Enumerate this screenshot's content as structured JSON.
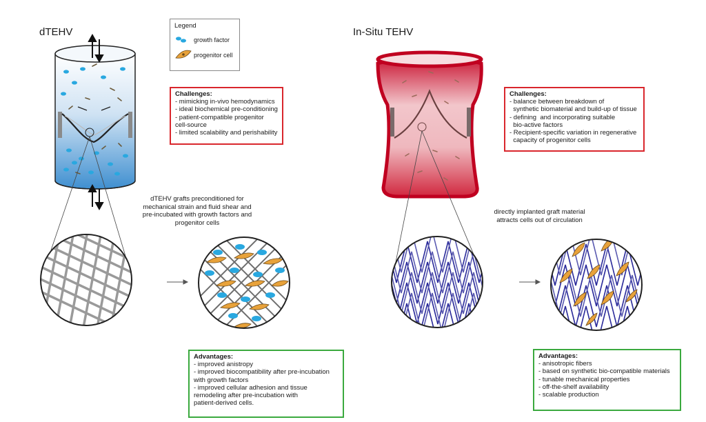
{
  "left": {
    "title": "dTEHV",
    "caption": [
      "dTEHV grafts preconditioned for",
      "mechanical strain and fluid shear and",
      "pre-incubated with growth factors and",
      "progenitor cells"
    ],
    "challenges": {
      "heading": "Challenges:",
      "items": [
        "- mimicking in-vivo hemodynamics",
        "- ideal biochemical pre-conditioning",
        "- patient-compatible progenitor",
        "cell-source",
        "- limited scalability and perishability"
      ]
    },
    "advantages": {
      "heading": "Advantages:",
      "items": [
        "- improved anistropy",
        "- improved biocompatibility after pre-incubation",
        "with growth factors",
        "- improved cellular adhesion and tissue",
        "remodeling after pre-incubation with",
        "patient-derived cells."
      ]
    }
  },
  "right": {
    "title": "In-Situ TEHV",
    "caption": [
      "directly implanted graft material",
      "attracts cells out of circulation"
    ],
    "challenges": {
      "heading": "Challenges:",
      "items": [
        "- balance between breakdown of",
        "  synthetic biomaterial and build-up of tissue",
        "- defining  and incorporating suitable",
        "  bio-active factors",
        "- Recipient-specific variation in regenerative",
        "  capacity of progenitor cells"
      ]
    },
    "advantages": {
      "heading": "Advantages:",
      "items": [
        "- anisotropic fibers",
        "- based on synthetic bio-compatible materials",
        "- tunable mechanical properties",
        "- off-the-shelf availability",
        "- scalable production"
      ]
    }
  },
  "legend": {
    "title": "Legend",
    "growth_factor": "growth factor",
    "progenitor_cell": "progenitor cell"
  },
  "colors": {
    "challenge_border": "#d9262c",
    "advantage_border": "#3aa93e",
    "growth_factor": "#29a8e0",
    "progenitor_cell": "#e8a23a",
    "synthetic_fiber": "#2a2a9a",
    "scaffold_fiber": "#8a8a8a"
  }
}
